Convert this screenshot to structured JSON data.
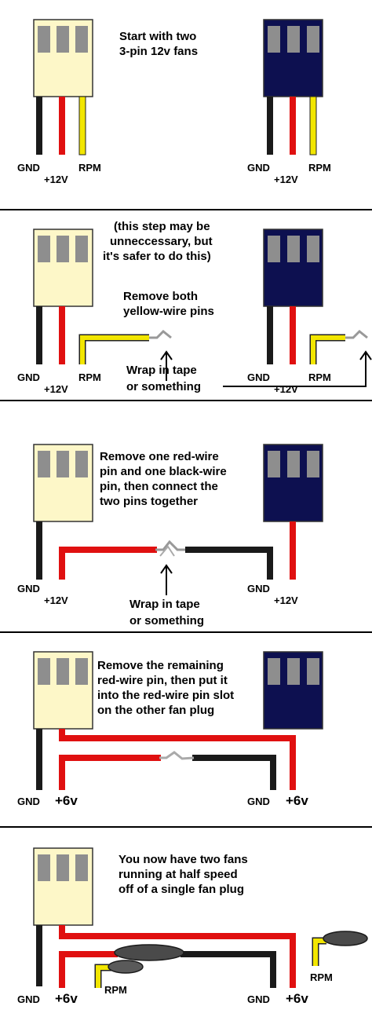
{
  "panel1": {
    "caption_line1": "Start with two",
    "caption_line2": "3-pin 12v fans",
    "left_fan": {
      "gnd": "GND",
      "v12": "+12V",
      "rpm": "RPM"
    },
    "right_fan": {
      "gnd": "GND",
      "v12": "+12V",
      "rpm": "RPM"
    }
  },
  "panel2": {
    "note_line1": "(this step may be",
    "note_line2": "unneccessary, but",
    "note_line3": "it's safer to do this)",
    "action_line1": "Remove both",
    "action_line2": "yellow-wire pins",
    "wrap_line1": "Wrap in tape",
    "wrap_line2": "or something",
    "left_fan": {
      "gnd": "GND",
      "v12": "+12V",
      "rpm": "RPM"
    },
    "right_fan": {
      "gnd": "GND",
      "v12": "+12V",
      "rpm": "RPM"
    }
  },
  "panel3": {
    "caption_line1": "Remove one red-wire",
    "caption_line2": "pin and one black-wire",
    "caption_line3": "pin, then connect the",
    "caption_line4": "two pins together",
    "wrap_line1": "Wrap in tape",
    "wrap_line2": "or something",
    "left_fan": {
      "gnd": "GND",
      "v12": "+12V"
    },
    "right_fan": {
      "gnd": "GND",
      "v12": "+12V"
    }
  },
  "panel4": {
    "caption_line1": "Remove the remaining",
    "caption_line2": "red-wire pin, then put it",
    "caption_line3": "into the red-wire pin slot",
    "caption_line4": "on the other fan plug",
    "left_fan": {
      "gnd": "GND",
      "v6": "+6v"
    },
    "right_fan": {
      "gnd": "GND",
      "v6": "+6v"
    }
  },
  "panel5": {
    "caption_line1": "You now have two fans",
    "caption_line2": "running at half speed",
    "caption_line3": "off of a single fan plug",
    "left_fan": {
      "gnd": "GND",
      "v6": "+6v",
      "rpm": "RPM"
    },
    "right_fan": {
      "gnd": "GND",
      "v6": "+6v",
      "rpm": "RPM"
    }
  },
  "colors": {
    "light_plug": "#fdf7c8",
    "dark_plug": "#0d1050",
    "pin_slot": "#8e8e8e",
    "black_wire": "#1a1a1a",
    "red_wire": "#e01010",
    "yellow_wire": "#f2e600",
    "separator": "#000000",
    "tape": "#555555"
  }
}
